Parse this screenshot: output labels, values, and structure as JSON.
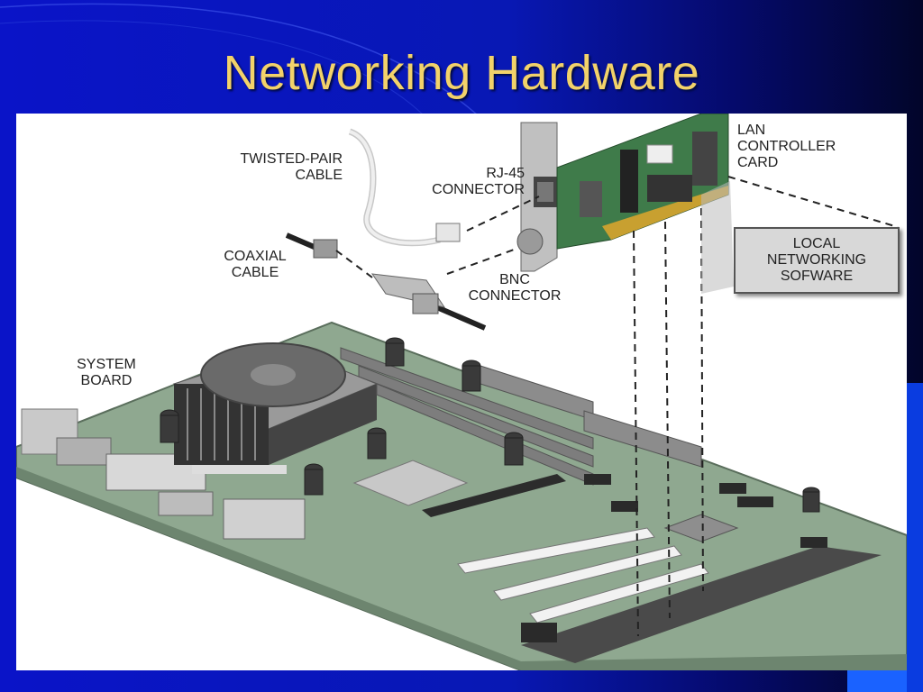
{
  "slide": {
    "title": "Networking Hardware",
    "colors": {
      "background": "#0818b4",
      "title": "#f2d26a",
      "accent": "#1a62ff"
    }
  },
  "diagram": {
    "labels": {
      "twisted_pair": "TWISTED-PAIR\nCABLE",
      "rj45": "RJ-45\nCONNECTOR",
      "lan_card": "LAN\nCONTROLLER\nCARD",
      "coaxial": "COAXIAL\nCABLE",
      "bnc": "BNC\nCONNECTOR",
      "local_software": "LOCAL\nNETWORKING\nSOFWARE",
      "system_board": "SYSTEM\nBOARD"
    }
  }
}
